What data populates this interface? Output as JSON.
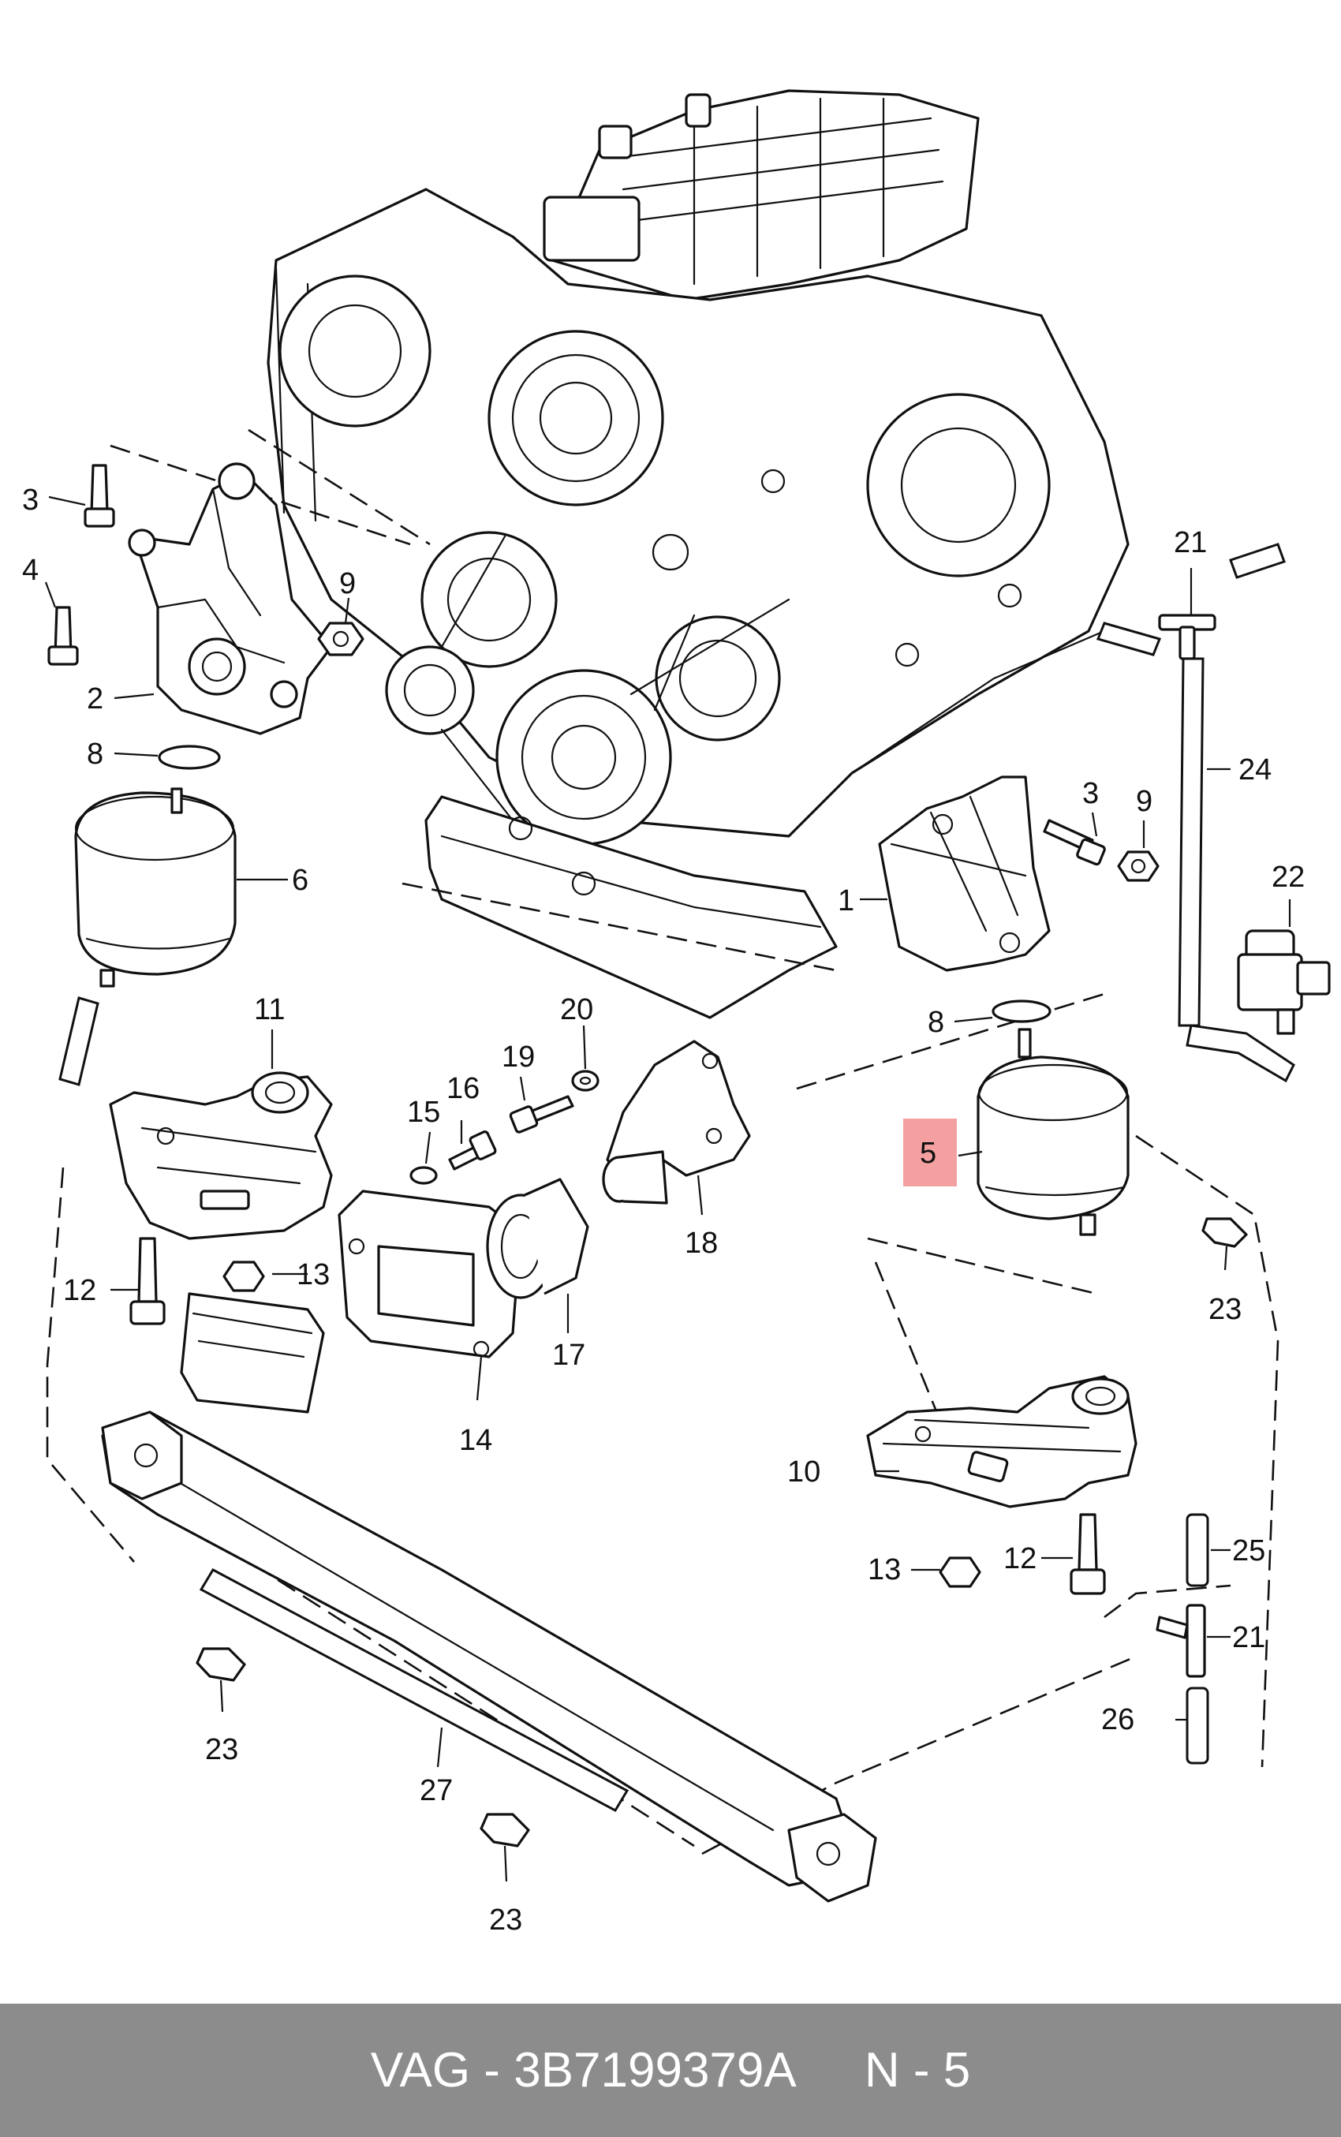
{
  "diagram": {
    "colors": {
      "line": "#111111",
      "highlight": "#f4a0a0",
      "footer_bg": "#8c8c8c",
      "footer_text": "#ffffff"
    },
    "highlighted_callout": "5",
    "callouts": {
      "c1": "1",
      "c2": "2",
      "c3a": "3",
      "c3b": "3",
      "c4": "4",
      "c5": "5",
      "c6": "6",
      "c8a": "8",
      "c8b": "8",
      "c9a": "9",
      "c9b": "9",
      "c10": "10",
      "c11": "11",
      "c12a": "12",
      "c12b": "12",
      "c13a": "13",
      "c13b": "13",
      "c14": "14",
      "c15": "15",
      "c16": "16",
      "c17": "17",
      "c18": "18",
      "c19": "19",
      "c20": "20",
      "c21a": "21",
      "c21b": "21",
      "c22": "22",
      "c23a": "23",
      "c23b": "23",
      "c23c": "23",
      "c24": "24",
      "c25": "25",
      "c26": "26",
      "c27": "27"
    }
  },
  "footer": {
    "brand": "VAG",
    "separator": " - ",
    "part_number": "3B7199379A",
    "gap": "     ",
    "position_label": "N - 5"
  }
}
